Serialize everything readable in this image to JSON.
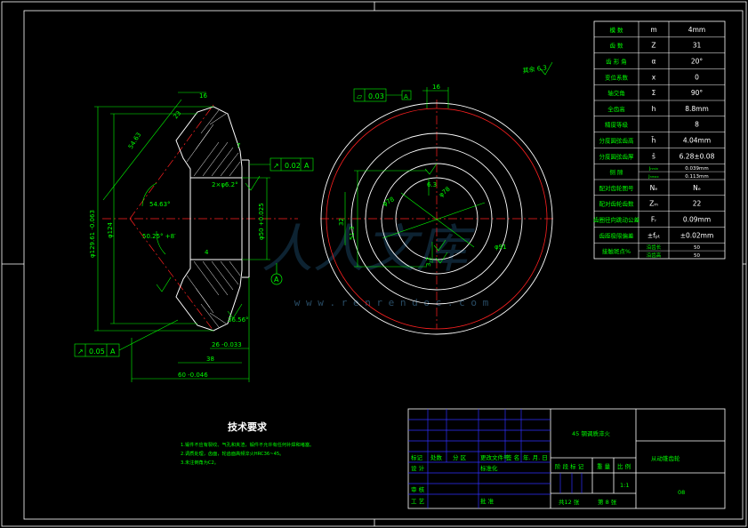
{
  "colors": {
    "background": "#000000",
    "frame": "#ffffff",
    "dim": "#00ff00",
    "center": "#ff2020",
    "table_line": "#ffffff",
    "title_line": "#3030ff",
    "cyan": "#00ffff",
    "watermark": "#2a6b9a"
  },
  "params": {
    "rows": [
      {
        "name": "模 数",
        "sym": "m",
        "val": "4mm"
      },
      {
        "name": "齿 数",
        "sym": "Z",
        "val": "31"
      },
      {
        "name": "齿 形 角",
        "sym": "α",
        "val": "20°"
      },
      {
        "name": "变位系数",
        "sym": "x",
        "val": "0"
      },
      {
        "name": "轴交角",
        "sym": "Σ",
        "val": "90°"
      },
      {
        "name": "全齿高",
        "sym": "h",
        "val": "8.8mm"
      },
      {
        "name": "精度等级",
        "sym": "",
        "val": "8"
      },
      {
        "name": "分度圆弦齿高",
        "sym": "h̄",
        "val": "4.04mm"
      },
      {
        "name": "分度圆弦齿厚",
        "sym": "s̄",
        "val": "6.28±0.08"
      },
      {
        "name": "侧 隙",
        "sym_a": "jₙₘᵢₙ",
        "val_a": "0.039mm",
        "sym_b": "jₙₘₐₓ",
        "val_b": "0.113mm"
      },
      {
        "name": "配对齿轮图号",
        "sym": "Nₑ",
        "val": "Nₑ"
      },
      {
        "name": "配对齿轮齿数",
        "sym": "Zₘ",
        "val": "22"
      },
      {
        "name": "齿圈径向跳动公差",
        "sym": "Fᵣ",
        "val": "0.09mm"
      },
      {
        "name": "齿距极限偏差",
        "sym": "±fₚₜ",
        "val": "±0.02mm"
      },
      {
        "name": "接触斑点%",
        "sym_a": "沿齿长",
        "val_a": "50",
        "sym_b": "沿齿高",
        "val_b": "50"
      }
    ]
  },
  "tech": {
    "title": "技术要求",
    "lines": [
      "1.锻件不应有裂纹、气孔和夹渣，锻件不允许有任何补焊和堵塞。",
      "2.调质处理，齿面，轮齿面高频淬火HRC36~45。",
      "3.未注倒角为C2。"
    ]
  },
  "titleblock": {
    "material": "45 钢调质淬火",
    "part_name": "从动锥齿轮",
    "code": "08",
    "scale": "1:1",
    "sheets_total": "共12 张",
    "sheet_no": "第 8 张",
    "labels": {
      "mark": "标记",
      "count": "处数",
      "zone": "分 区",
      "doc": "更改文件号",
      "sign": "签 名",
      "date": "年. 月. 日",
      "design": "设 计",
      "std": "标准化",
      "stage": "阶 段 标 记",
      "weight": "重 量",
      "ratio": "比 例",
      "check": "审 核",
      "process": "工 艺",
      "approve": "批 准"
    }
  },
  "dims": {
    "face_width": "23",
    "chamfer_top": "16",
    "dia_outer": "φ129.61 -0.063",
    "dia_pitch": "φ124",
    "cone_dist": "54.63",
    "angle_face": "54.63°",
    "angle_root": "50.25° +8′",
    "angle_back": "36.56°",
    "bore": "φ50 +0.025",
    "keyway": "2×φ6.2°",
    "hub_len": "7",
    "hub_step": "4",
    "back_len": "26 -0.033",
    "total_len": "38",
    "mount_dist": "60 -0.046",
    "tol_runout_a": "0.02",
    "tol_runout_b": "0.05",
    "tol_flat": "0.03",
    "datum": "A",
    "dim_top": "16",
    "dim_ra": "6.3",
    "side_dia1": "φ78",
    "side_dia2": "φ91",
    "side_dia3": "φ78",
    "side_h": "51.3",
    "side_k": "32",
    "side_r": "3.2",
    "rough_main": "其余 6.3"
  },
  "watermark": {
    "main": "人人文库",
    "url": "w w w . r e n r e n d o c . c o m"
  }
}
